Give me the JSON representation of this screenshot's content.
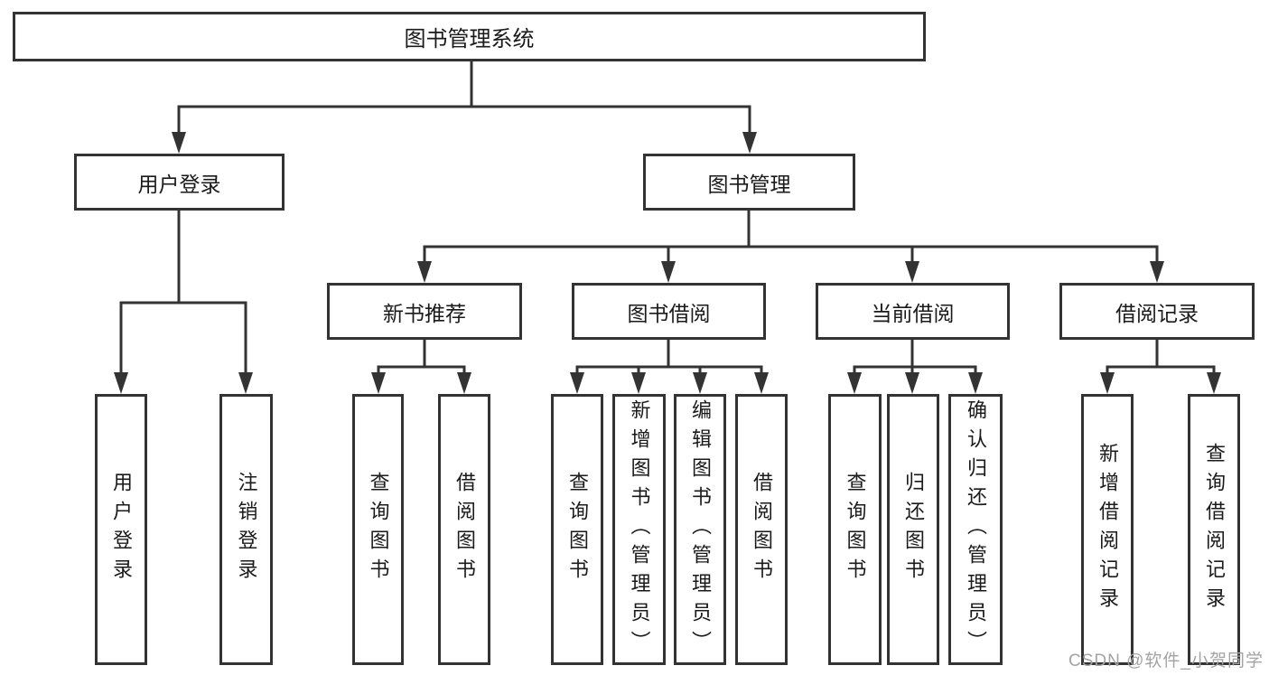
{
  "diagram": {
    "root": {
      "label": "图书管理系统"
    },
    "level2": [
      {
        "label": "用户登录"
      },
      {
        "label": "图书管理"
      }
    ],
    "level3": [
      {
        "label": "新书推荐"
      },
      {
        "label": "图书借阅"
      },
      {
        "label": "当前借阅"
      },
      {
        "label": "借阅记录"
      }
    ],
    "leaves": {
      "user_login": [
        "用户登录",
        "注销登录"
      ],
      "new_book_recommend": [
        "查询图书",
        "借阅图书"
      ],
      "book_borrowing": [
        "查询图书",
        "新增图书（管理员）",
        "编辑图书（管理员）",
        "借阅图书"
      ],
      "current_borrowing": [
        "查询图书",
        "归还图书",
        "确认归还（管理员）"
      ],
      "borrowing_records": [
        "新增借阅记录",
        "查询借阅记录"
      ]
    },
    "watermark": "CSDN @软件_小贺同学",
    "colors": {
      "line": "#333333",
      "text": "#1a1a1a",
      "watermark": "#a3a3a3",
      "background": "#ffffff"
    }
  }
}
